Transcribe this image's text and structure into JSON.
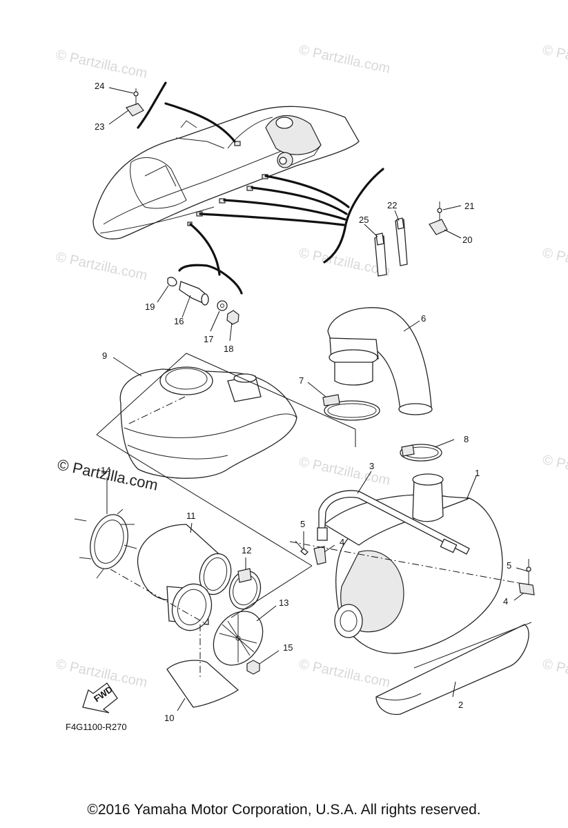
{
  "diagram": {
    "code": "F4G1100-R270",
    "fwd_label": "FWD",
    "watermark": "© Partzilla.com",
    "watermark_dark": "© Partzilla.com",
    "callouts": [
      "1",
      "2",
      "3",
      "4",
      "4",
      "5",
      "5",
      "6",
      "7",
      "8",
      "9",
      "10",
      "11",
      "12",
      "13",
      "14",
      "15",
      "16",
      "17",
      "18",
      "19",
      "20",
      "21",
      "22",
      "23",
      "24",
      "25"
    ]
  },
  "footer": {
    "copyright": "©2016  Yamaha Motor Corporation, U.S.A. All rights reserved."
  }
}
